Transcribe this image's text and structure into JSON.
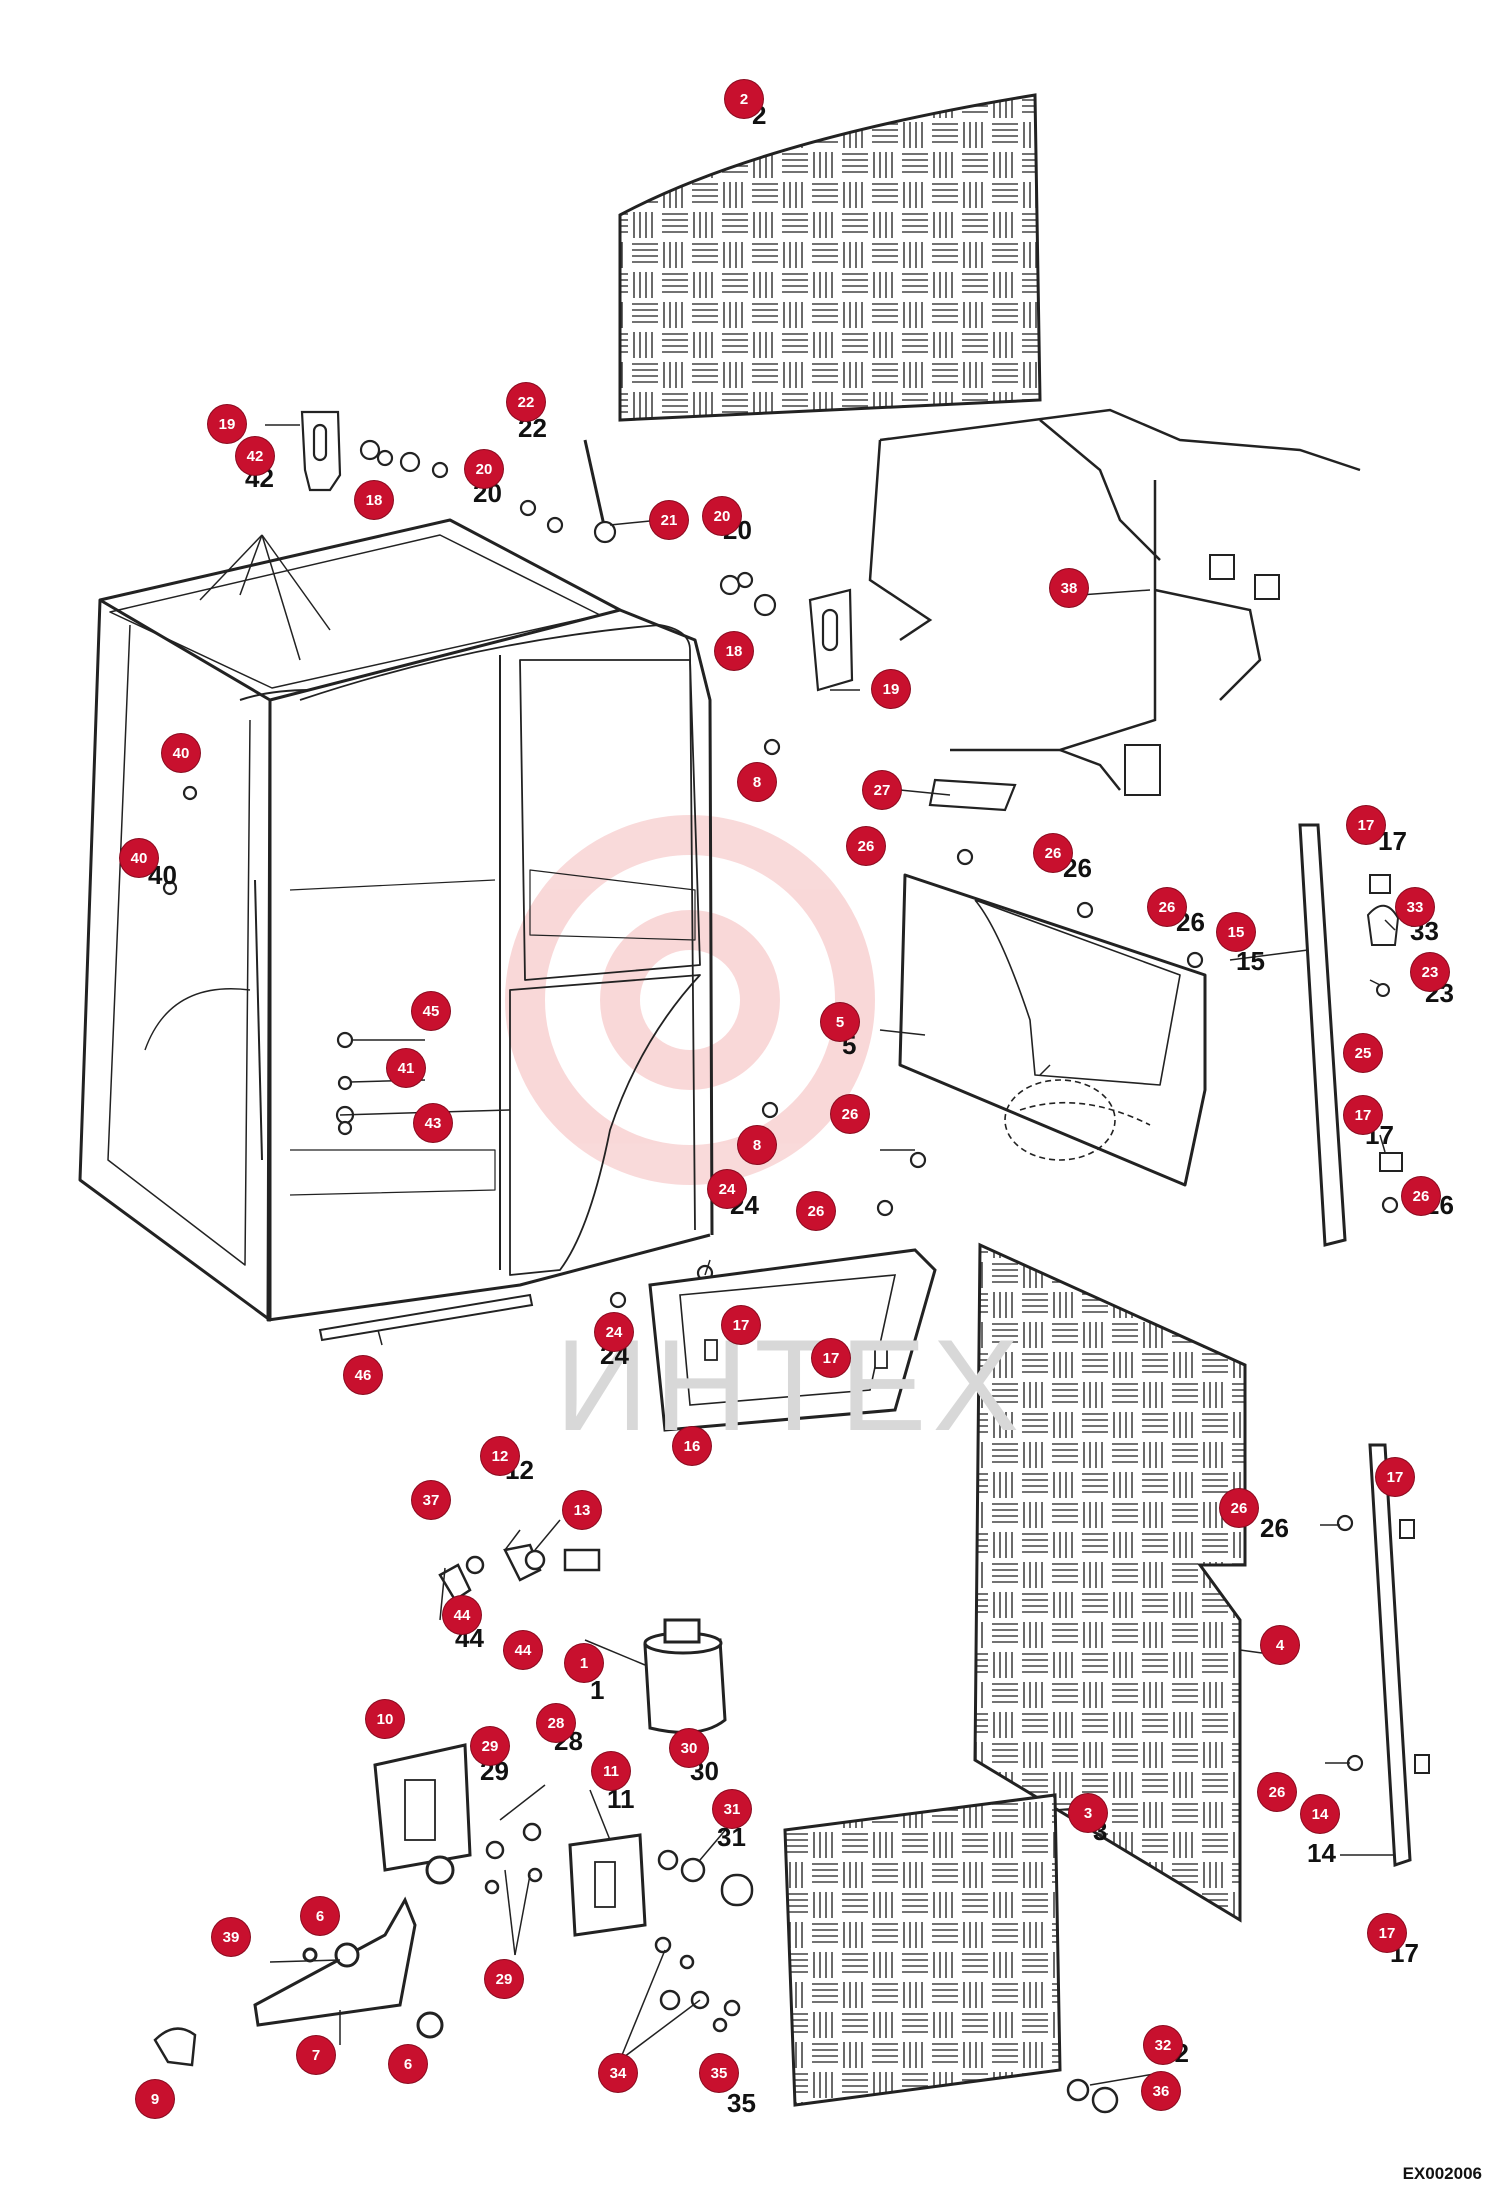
{
  "watermark": "ИНТЕХ",
  "diagram_code": "EX002006",
  "callouts": [
    {
      "id": "c2",
      "label": "2"
    },
    {
      "id": "c19a",
      "label": "19"
    },
    {
      "id": "c42",
      "label": "42"
    },
    {
      "id": "c18a",
      "label": "18"
    },
    {
      "id": "c22",
      "label": "22"
    },
    {
      "id": "c20a",
      "label": "20"
    },
    {
      "id": "c21",
      "label": "21"
    },
    {
      "id": "c20b",
      "label": "20"
    },
    {
      "id": "c18b",
      "label": "18"
    },
    {
      "id": "c19b",
      "label": "19"
    },
    {
      "id": "c38",
      "label": "38"
    },
    {
      "id": "c40a",
      "label": "40"
    },
    {
      "id": "c40b",
      "label": "40"
    },
    {
      "id": "c8a",
      "label": "8"
    },
    {
      "id": "c27",
      "label": "27"
    },
    {
      "id": "c26a",
      "label": "26"
    },
    {
      "id": "c26b",
      "label": "26"
    },
    {
      "id": "c26c",
      "label": "26"
    },
    {
      "id": "c17a",
      "label": "17"
    },
    {
      "id": "c15",
      "label": "15"
    },
    {
      "id": "c33",
      "label": "33"
    },
    {
      "id": "c23",
      "label": "23"
    },
    {
      "id": "c25",
      "label": "25"
    },
    {
      "id": "c5",
      "label": "5"
    },
    {
      "id": "c45",
      "label": "45"
    },
    {
      "id": "c41",
      "label": "41"
    },
    {
      "id": "c43",
      "label": "43"
    },
    {
      "id": "c8b",
      "label": "8"
    },
    {
      "id": "c26d",
      "label": "26"
    },
    {
      "id": "c17b",
      "label": "17"
    },
    {
      "id": "c26e",
      "label": "26"
    },
    {
      "id": "c24a",
      "label": "24"
    },
    {
      "id": "c26f",
      "label": "26"
    },
    {
      "id": "c24b",
      "label": "24"
    },
    {
      "id": "c17c",
      "label": "17"
    },
    {
      "id": "c17d",
      "label": "17"
    },
    {
      "id": "c46",
      "label": "46"
    },
    {
      "id": "c16",
      "label": "16"
    },
    {
      "id": "c17e",
      "label": "17"
    },
    {
      "id": "c26g",
      "label": "26"
    },
    {
      "id": "c12",
      "label": "12"
    },
    {
      "id": "c37",
      "label": "37"
    },
    {
      "id": "c13",
      "label": "13"
    },
    {
      "id": "c44a",
      "label": "44"
    },
    {
      "id": "c44b",
      "label": "44"
    },
    {
      "id": "c1",
      "label": "1"
    },
    {
      "id": "c4",
      "label": "4"
    },
    {
      "id": "c10",
      "label": "10"
    },
    {
      "id": "c29a",
      "label": "29"
    },
    {
      "id": "c28",
      "label": "28"
    },
    {
      "id": "c30",
      "label": "30"
    },
    {
      "id": "c11",
      "label": "11"
    },
    {
      "id": "c31",
      "label": "31"
    },
    {
      "id": "c3",
      "label": "3"
    },
    {
      "id": "c26h",
      "label": "26"
    },
    {
      "id": "c14",
      "label": "14"
    },
    {
      "id": "c6a",
      "label": "6"
    },
    {
      "id": "c39",
      "label": "39"
    },
    {
      "id": "c29b",
      "label": "29"
    },
    {
      "id": "c17f",
      "label": "17"
    },
    {
      "id": "c7",
      "label": "7"
    },
    {
      "id": "c6b",
      "label": "6"
    },
    {
      "id": "c34",
      "label": "34"
    },
    {
      "id": "c35",
      "label": "35"
    },
    {
      "id": "c32",
      "label": "32"
    },
    {
      "id": "c9",
      "label": "9"
    },
    {
      "id": "c36",
      "label": "36"
    }
  ],
  "plain_labels": [
    {
      "id": "p2",
      "text": "2"
    },
    {
      "id": "p42",
      "text": "42"
    },
    {
      "id": "p22",
      "text": "22"
    },
    {
      "id": "p20a",
      "text": "20"
    },
    {
      "id": "p20b",
      "text": "20"
    },
    {
      "id": "p40",
      "text": "40"
    },
    {
      "id": "p26b",
      "text": "26"
    },
    {
      "id": "p26c",
      "text": "26"
    },
    {
      "id": "p17a",
      "text": "17"
    },
    {
      "id": "p15",
      "text": "15"
    },
    {
      "id": "p33",
      "text": "33"
    },
    {
      "id": "p23",
      "text": "23"
    },
    {
      "id": "p5",
      "text": "5"
    },
    {
      "id": "p17b",
      "text": "17"
    },
    {
      "id": "p26e",
      "text": "26"
    },
    {
      "id": "p24",
      "text": "24"
    },
    {
      "id": "p24b",
      "text": "24"
    },
    {
      "id": "p26g",
      "text": "26"
    },
    {
      "id": "p12",
      "text": "12"
    },
    {
      "id": "p1",
      "text": "1"
    },
    {
      "id": "p4",
      "text": "4"
    },
    {
      "id": "p29",
      "text": "29"
    },
    {
      "id": "p28",
      "text": "28"
    },
    {
      "id": "p30",
      "text": "30"
    },
    {
      "id": "p11",
      "text": "11"
    },
    {
      "id": "p31",
      "text": "31"
    },
    {
      "id": "p3",
      "text": "3"
    },
    {
      "id": "p14",
      "text": "14"
    },
    {
      "id": "p17f",
      "text": "17"
    },
    {
      "id": "p32",
      "text": "32"
    },
    {
      "id": "p35",
      "text": "35"
    },
    {
      "id": "p44",
      "text": "44"
    }
  ]
}
